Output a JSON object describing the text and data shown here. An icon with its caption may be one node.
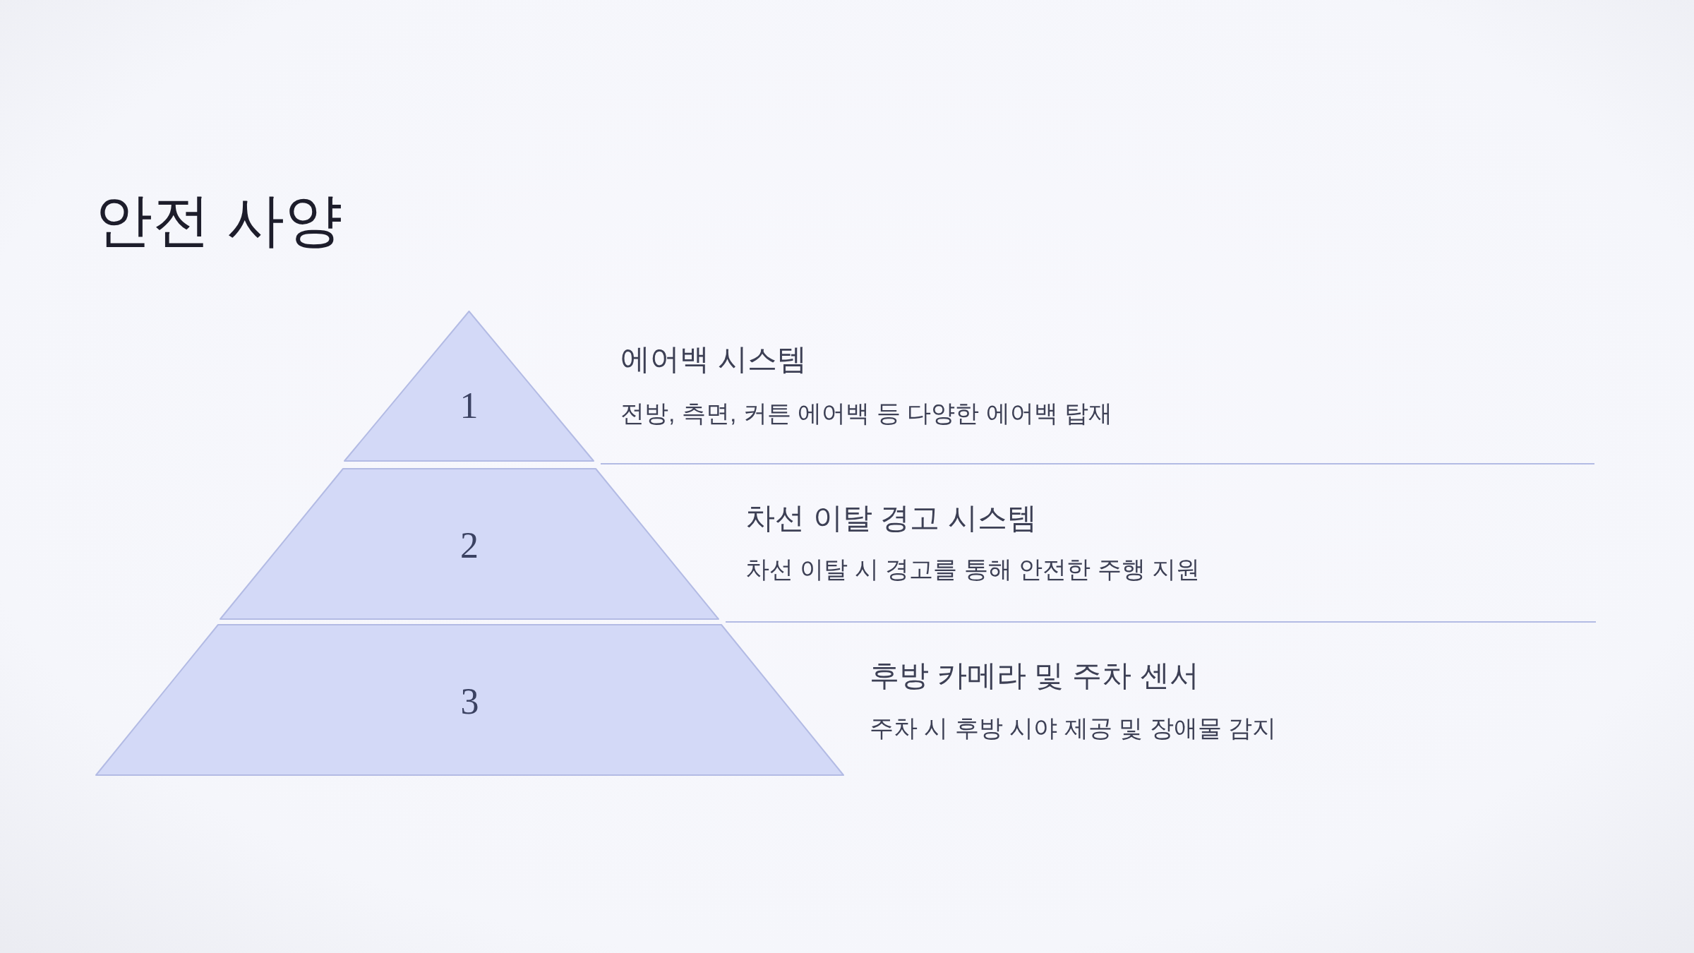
{
  "diagram": {
    "title": "안전 사양",
    "nodes": [
      {
        "text": [
          "1"
        ],
        "beside": [
          "에어백 시스템",
          "전방, 측면, 커튼 에어백 등 다양한 에어백 탑재"
        ]
      },
      {
        "text": [
          "2"
        ],
        "beside": [
          "차선 이탈 경고 시스템",
          "차선 이탈 시 경고를 통해 안전한 주행 지원"
        ]
      },
      {
        "text": [
          "3"
        ],
        "beside": [
          "후방 카메라 및 주차 센서",
          "주차 시 후방 시야 제공 및 장애물 감지"
        ]
      }
    ]
  }
}
